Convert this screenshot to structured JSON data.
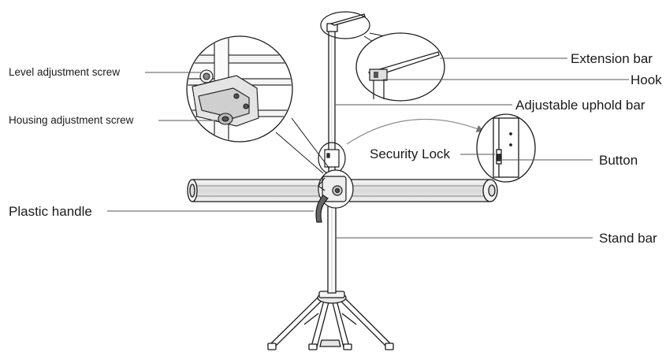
{
  "diagram": {
    "subject": "tripod projection screen stand",
    "labels": {
      "level_screw": "Level adjustment screw",
      "housing_screw": "Housing adjustment screw",
      "plastic_handle": "Plastic handle",
      "extension_bar": "Extension bar",
      "hook": "Hook",
      "uphold_bar": "Adjustable uphold bar",
      "security_lock": "Security Lock",
      "button": "Button",
      "stand_bar": "Stand bar"
    },
    "colors": {
      "line": "#1a1a1a",
      "leader": "#555555",
      "callout_arrow": "#888888",
      "housing_fill": "#e9e9e9"
    }
  }
}
